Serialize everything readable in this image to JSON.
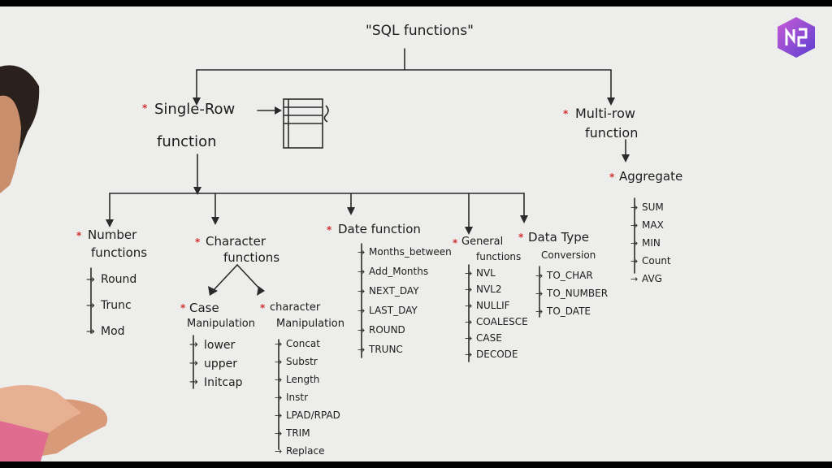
{
  "title": "\"SQL functions\"",
  "colors": {
    "board": "#ededeb",
    "ink": "#1c1c1c",
    "star": "#d03030",
    "logo": "#7a4fd6"
  },
  "logo_icon": "hexagon-logo-icon",
  "single_row": {
    "label": "Single-Row",
    "sub": "function",
    "table_icon": "table-icon",
    "children": [
      {
        "key": "number",
        "label": "Number",
        "sub": "functions",
        "items": [
          "Round",
          "Trunc",
          "Mod"
        ]
      },
      {
        "key": "character",
        "label": "Character",
        "sub": "functions",
        "case": {
          "label": "Case",
          "sub": "Manipulation",
          "items": [
            "lower",
            "upper",
            "Initcap"
          ]
        },
        "char": {
          "label": "character",
          "sub": "Manipulation",
          "items": [
            "Concat",
            "Substr",
            "Length",
            "Instr",
            "LPAD/RPAD",
            "TRIM",
            "Replace"
          ]
        }
      },
      {
        "key": "date",
        "label": "Date function",
        "items": [
          "Months_between",
          "Add_Months",
          "NEXT_DAY",
          "LAST_DAY",
          "ROUND",
          "TRUNC"
        ]
      },
      {
        "key": "general",
        "label": "General",
        "sub": "functions",
        "items": [
          "NVL",
          "NVL2",
          "NULLIF",
          "COALESCE",
          "CASE",
          "DECODE"
        ]
      },
      {
        "key": "datatype",
        "label": "Data Type",
        "sub": "Conversion",
        "items": [
          "TO_CHAR",
          "TO_NUMBER",
          "TO_DATE"
        ]
      }
    ]
  },
  "multi_row": {
    "label": "Multi-row",
    "sub": "function",
    "child": {
      "label": "Aggregate",
      "items": [
        "SUM",
        "MAX",
        "MIN",
        "Count",
        "AVG"
      ]
    }
  }
}
